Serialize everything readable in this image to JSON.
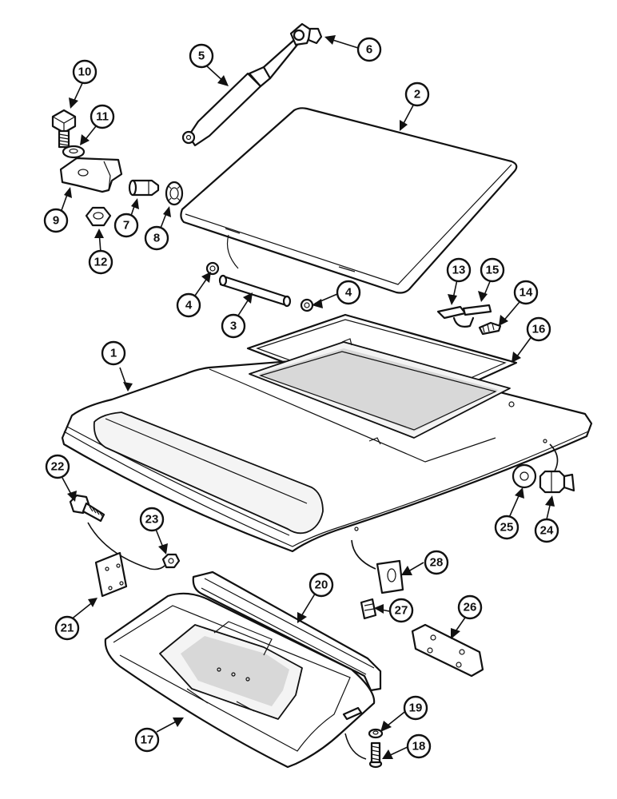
{
  "callouts": [
    {
      "id": "c1",
      "label": "1"
    },
    {
      "id": "c2",
      "label": "2"
    },
    {
      "id": "c3",
      "label": "3"
    },
    {
      "id": "c4a",
      "label": "4"
    },
    {
      "id": "c4b",
      "label": "4"
    },
    {
      "id": "c5",
      "label": "5"
    },
    {
      "id": "c6",
      "label": "6"
    },
    {
      "id": "c7",
      "label": "7"
    },
    {
      "id": "c8",
      "label": "8"
    },
    {
      "id": "c9",
      "label": "9"
    },
    {
      "id": "c10",
      "label": "10"
    },
    {
      "id": "c11",
      "label": "11"
    },
    {
      "id": "c12",
      "label": "12"
    },
    {
      "id": "c13",
      "label": "13"
    },
    {
      "id": "c14",
      "label": "14"
    },
    {
      "id": "c15",
      "label": "15"
    },
    {
      "id": "c16",
      "label": "16"
    },
    {
      "id": "c17",
      "label": "17"
    },
    {
      "id": "c18",
      "label": "18"
    },
    {
      "id": "c19",
      "label": "19"
    },
    {
      "id": "c20",
      "label": "20"
    },
    {
      "id": "c21",
      "label": "21"
    },
    {
      "id": "c22",
      "label": "22"
    },
    {
      "id": "c23",
      "label": "23"
    },
    {
      "id": "c24",
      "label": "24"
    },
    {
      "id": "c25",
      "label": "25"
    },
    {
      "id": "c26",
      "label": "26"
    },
    {
      "id": "c27",
      "label": "27"
    },
    {
      "id": "c28",
      "label": "28"
    }
  ]
}
